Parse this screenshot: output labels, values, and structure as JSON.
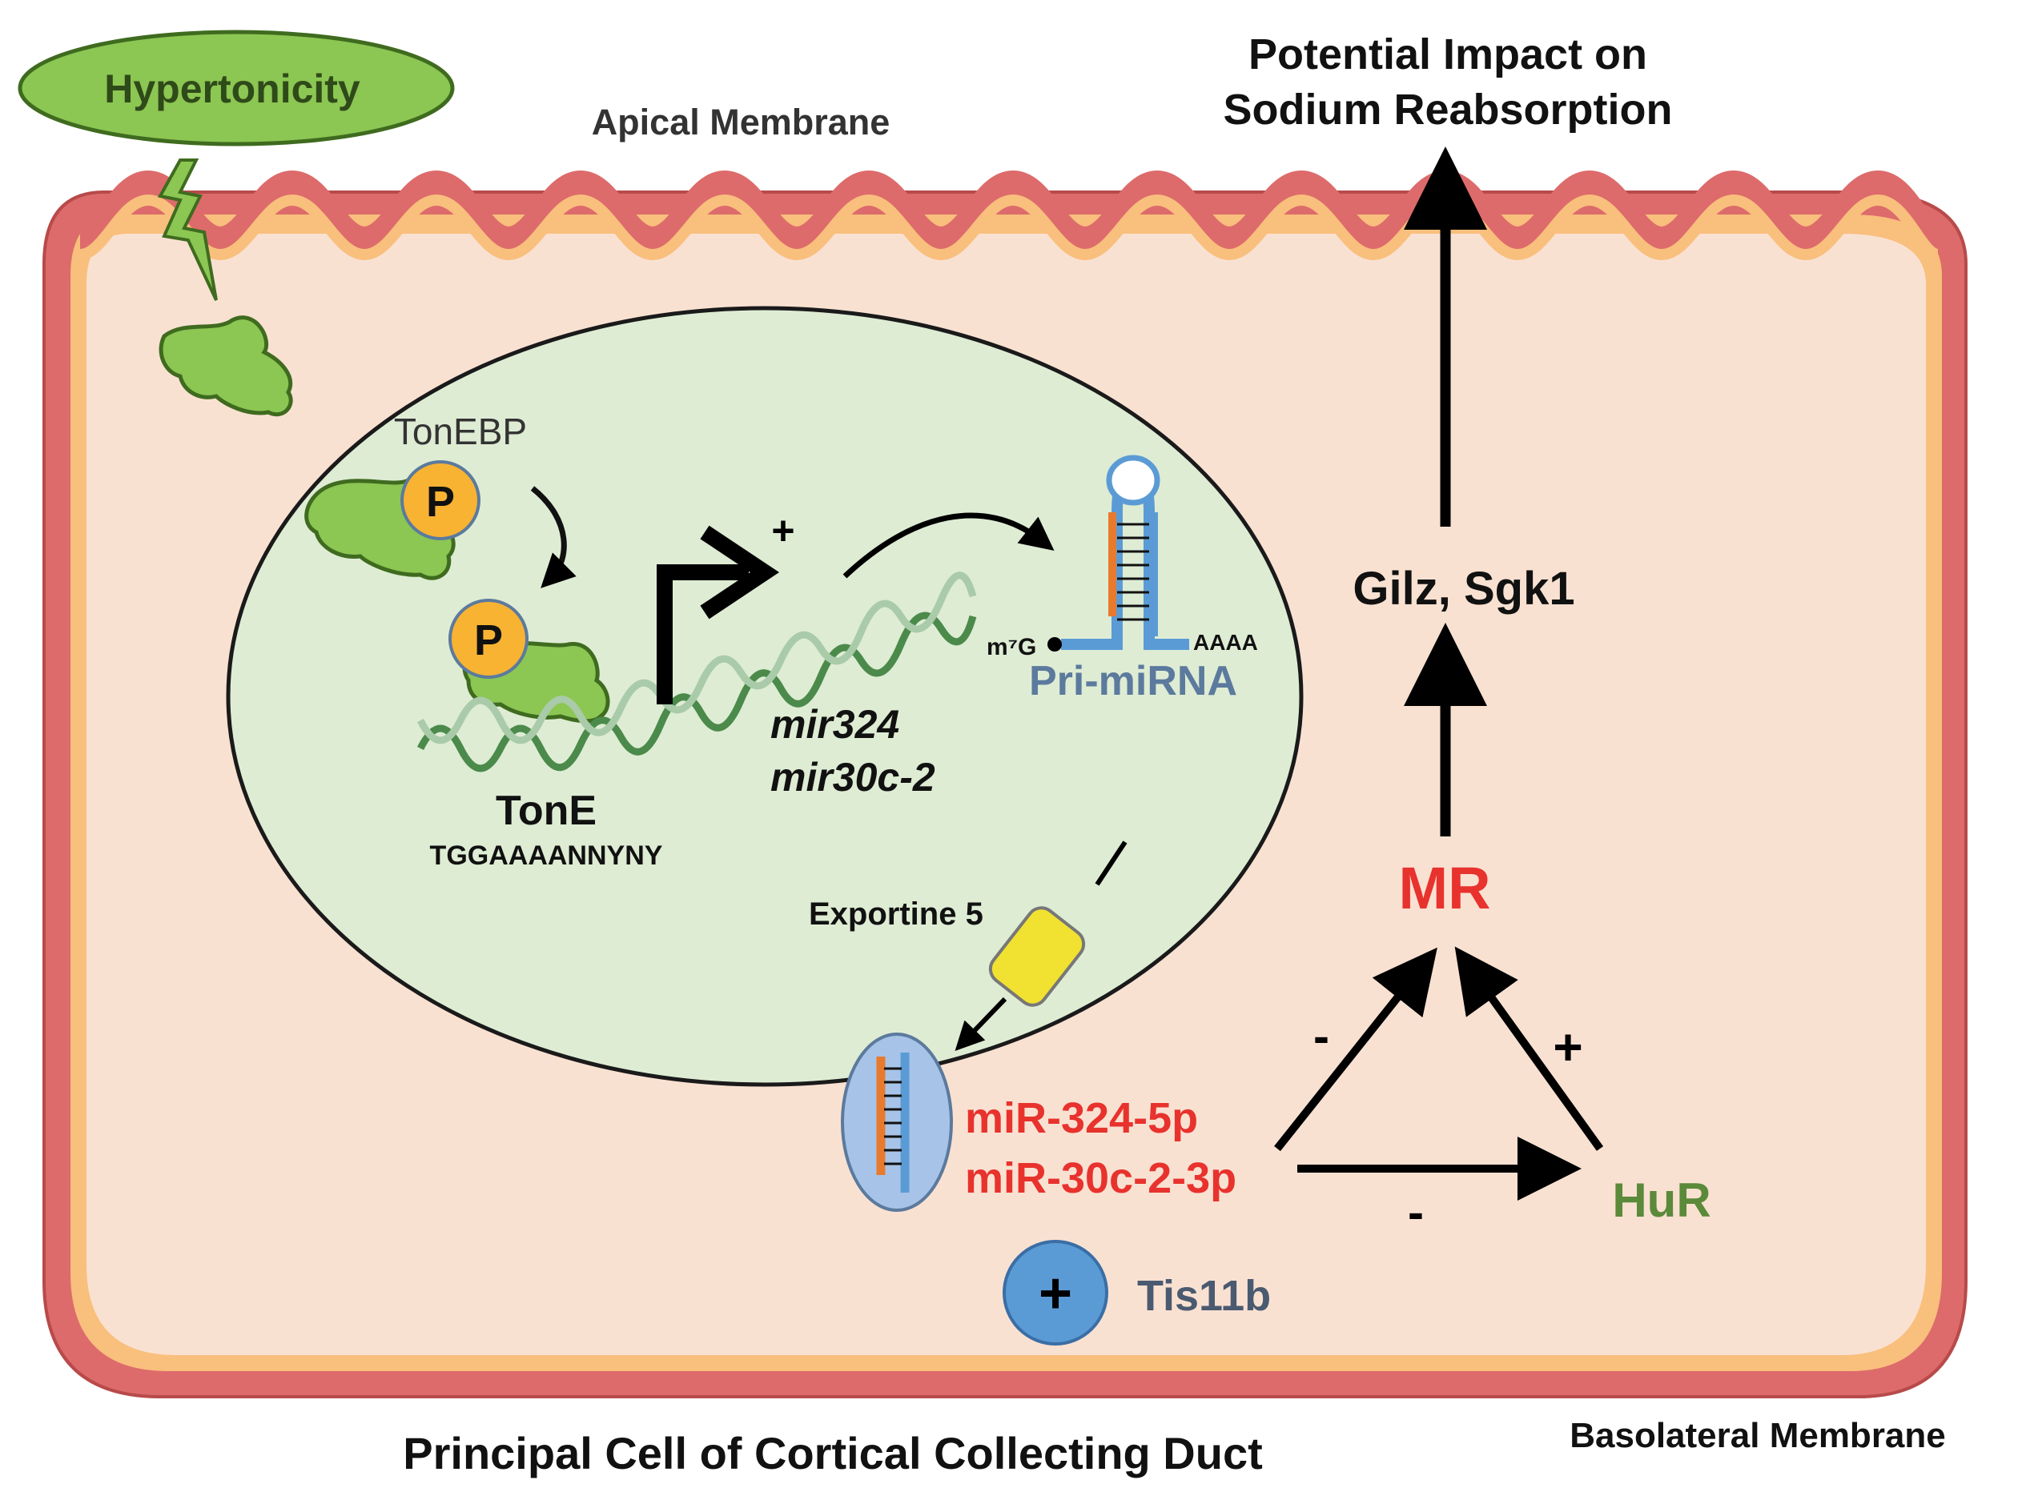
{
  "labels": {
    "stimulus": "Hypertonicity",
    "apical_membrane": "Apical Membrane",
    "impact": [
      "Potential Impact on",
      "Sodium Reabsorption"
    ],
    "tonebp": "TonEBP",
    "phospho": "P",
    "activation": "+",
    "tone": "TonE",
    "tone_sequence": "TGGAAAANNYNY",
    "genes": [
      "mir324",
      "mir30c-2"
    ],
    "cap": "m⁷G",
    "polya": "AAAA",
    "pri_mirna": "Pri-miRNA",
    "exportin": "Exportine 5",
    "mature_mirnas": [
      "miR-324-5p",
      "miR-30c-2-3p"
    ],
    "targets": "Gilz, Sgk1",
    "receptor": "MR",
    "hur": "HuR",
    "tis11b": "Tis11b",
    "tis11b_sign": "+",
    "sign_mir_to_mr": "-",
    "sign_hur_to_mr": "+",
    "sign_mir_to_hur": "-",
    "cell_title": "Principal Cell of Cortical Collecting Duct",
    "basolateral_membrane": "Basolateral Membrane"
  },
  "colors": {
    "membrane_outer": "#dd6b6b",
    "membrane_inner": "#f9bf7d",
    "cytoplasm": "#f9e1d2",
    "nucleus": "#deecd4",
    "protein": "#8cc653",
    "phospho": "#f8b332",
    "mirna_red": "#e8322d",
    "hur_green": "#5a8a3a",
    "pri_mirna_blue": "#5b7a9d",
    "tis11b_blue": "#5b9bd5"
  }
}
